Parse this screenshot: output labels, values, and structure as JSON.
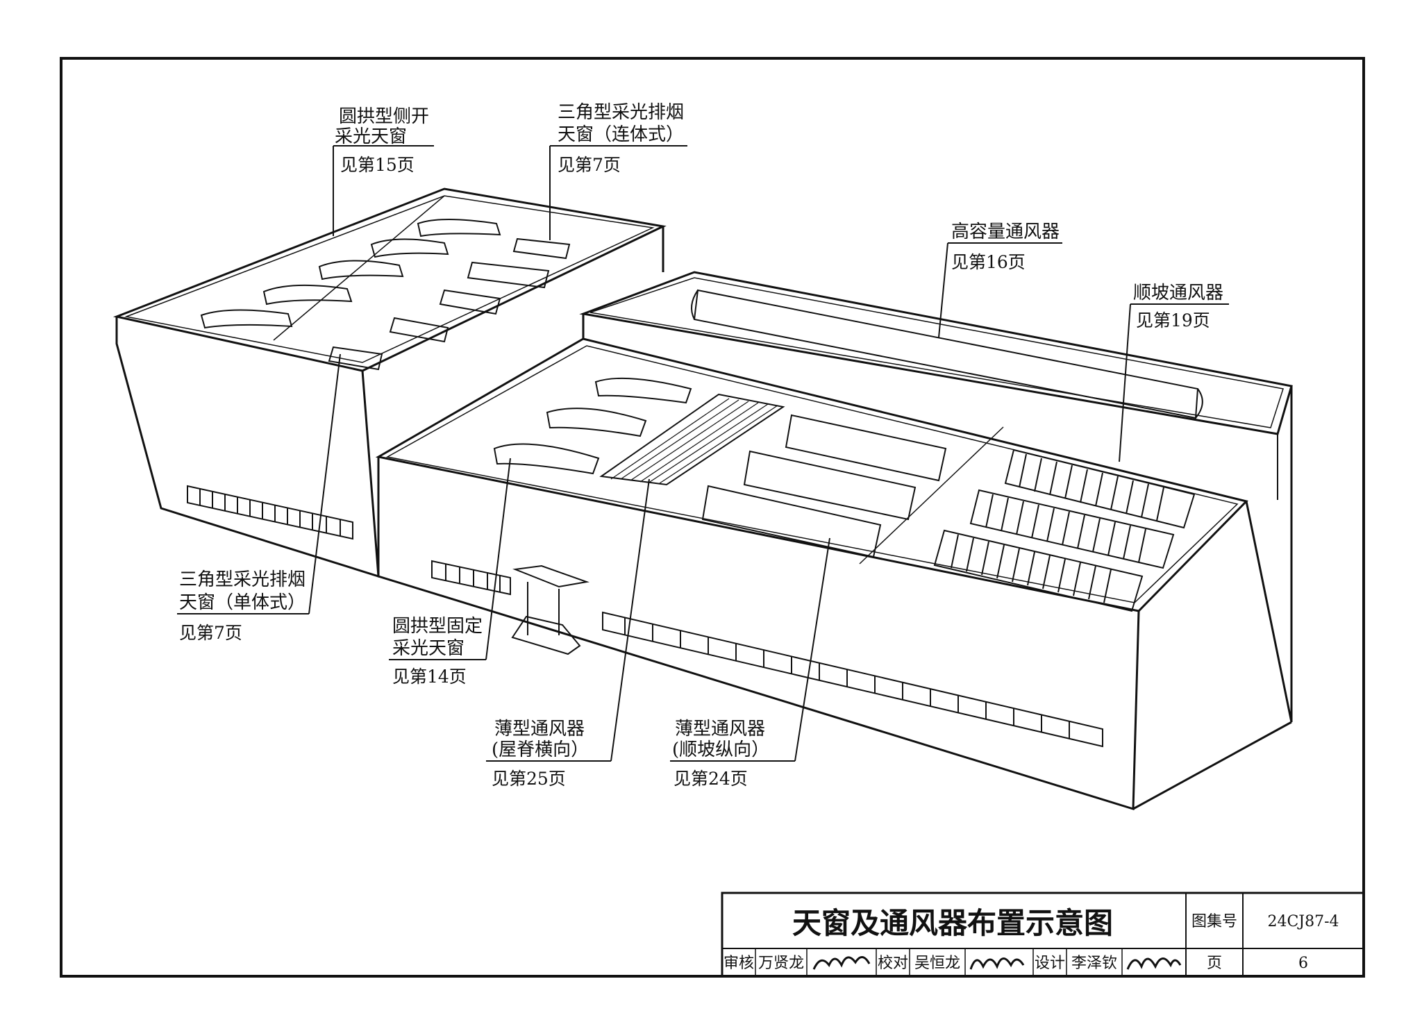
{
  "drawing": {
    "title": "天窗及通风器布置示意图",
    "atlas_no_label": "图集号",
    "atlas_no": "24CJ87-4",
    "page_label": "页",
    "page_no": "6",
    "review_label": "审核",
    "reviewer": "万贤龙",
    "check_label": "校对",
    "checker": "吴恒龙",
    "design_label": "设计",
    "designer": "李泽钦"
  },
  "callouts": [
    {
      "id": "arch-side",
      "lines": [
        "圆拱型侧开",
        "采光天窗"
      ],
      "ref": "见第15页"
    },
    {
      "id": "tri-conn",
      "lines": [
        "三角型采光排烟",
        "天窗（连体式）"
      ],
      "ref": "见第7页"
    },
    {
      "id": "high-cap",
      "lines": [
        "高容量通风器"
      ],
      "ref": "见第16页"
    },
    {
      "id": "slope-vent",
      "lines": [
        "顺坡通风器"
      ],
      "ref": "见第19页"
    },
    {
      "id": "tri-single",
      "lines": [
        "三角型采光排烟",
        "天窗（单体式）"
      ],
      "ref": "见第7页"
    },
    {
      "id": "arch-fixed",
      "lines": [
        "圆拱型固定",
        "采光天窗"
      ],
      "ref": "见第14页"
    },
    {
      "id": "thin-ridge",
      "lines": [
        "薄型通风器",
        "(屋脊横向）"
      ],
      "ref": "见第25页"
    },
    {
      "id": "thin-slope",
      "lines": [
        "薄型通风器",
        "(顺坡纵向）"
      ],
      "ref": "见第24页"
    }
  ]
}
